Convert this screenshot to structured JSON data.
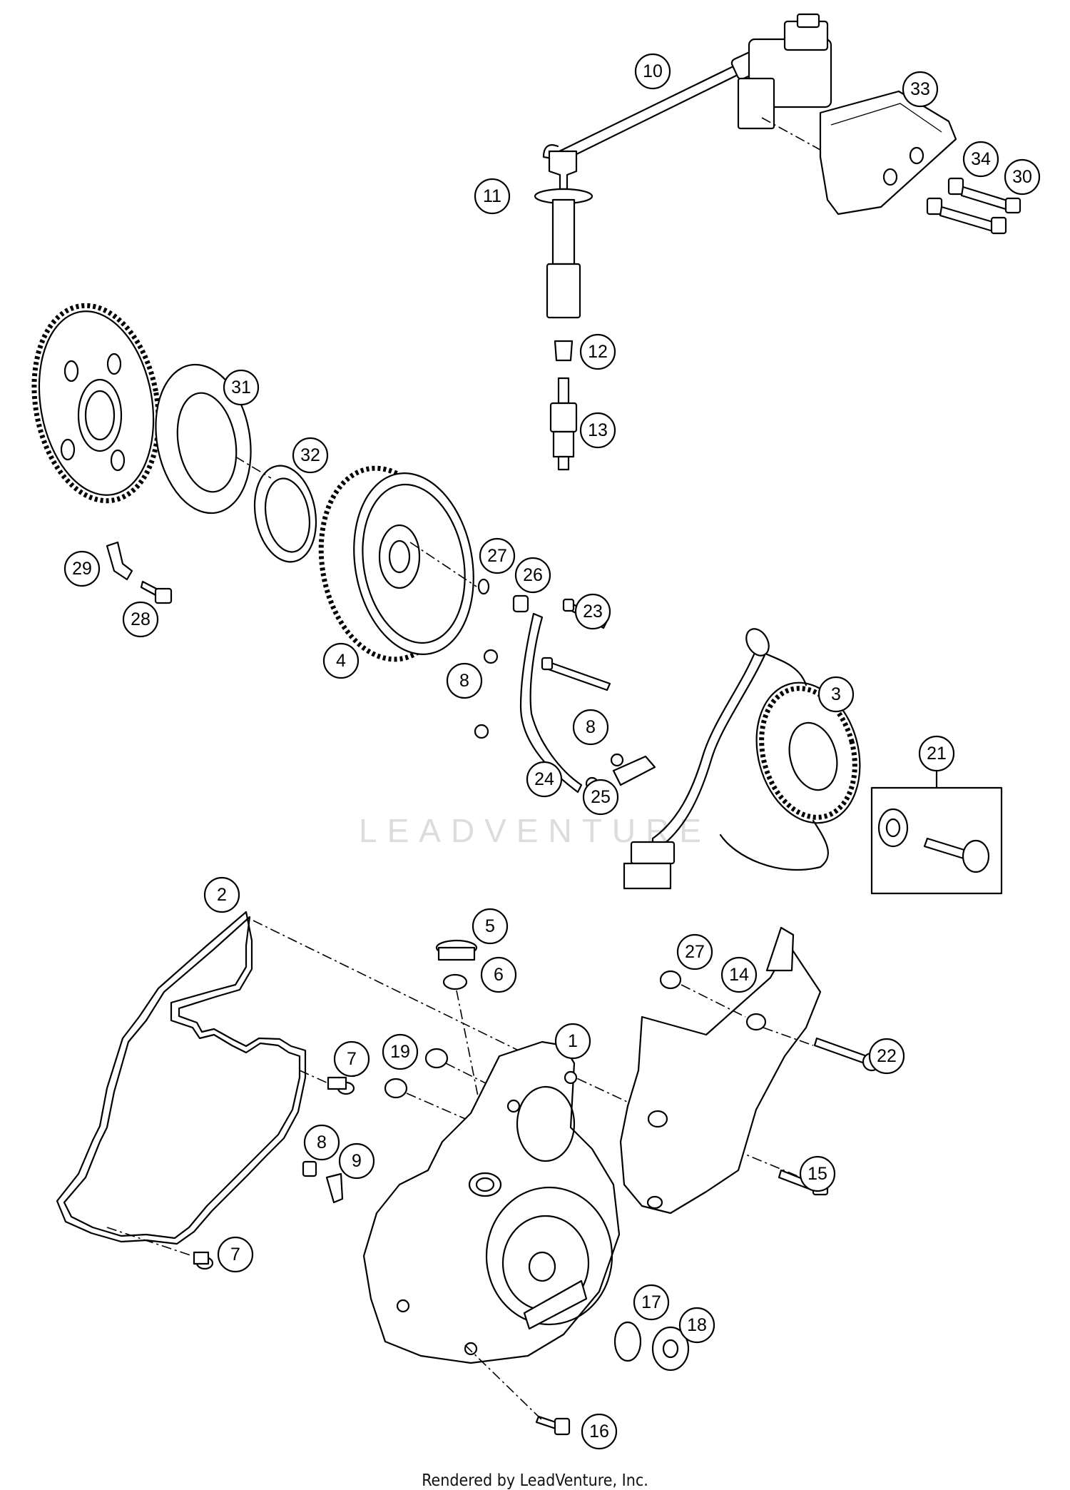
{
  "watermark": "LEADVENTURE",
  "footer": "Rendered by LeadVenture, Inc.",
  "callouts": [
    {
      "label": "10"
    },
    {
      "label": "33"
    },
    {
      "label": "34"
    },
    {
      "label": "30"
    },
    {
      "label": "11"
    },
    {
      "label": "12"
    },
    {
      "label": "13"
    },
    {
      "label": "31"
    },
    {
      "label": "32"
    },
    {
      "label": "29"
    },
    {
      "label": "27"
    },
    {
      "label": "26"
    },
    {
      "label": "28"
    },
    {
      "label": "23"
    },
    {
      "label": "4"
    },
    {
      "label": "8"
    },
    {
      "label": "3"
    },
    {
      "label": "8"
    },
    {
      "label": "21"
    },
    {
      "label": "24"
    },
    {
      "label": "25"
    },
    {
      "label": "2"
    },
    {
      "label": "5"
    },
    {
      "label": "6"
    },
    {
      "label": "27"
    },
    {
      "label": "14"
    },
    {
      "label": "1"
    },
    {
      "label": "7"
    },
    {
      "label": "19"
    },
    {
      "label": "22"
    },
    {
      "label": "8"
    },
    {
      "label": "9"
    },
    {
      "label": "15"
    },
    {
      "label": "7"
    },
    {
      "label": "17"
    },
    {
      "label": "18"
    },
    {
      "label": "16"
    }
  ]
}
